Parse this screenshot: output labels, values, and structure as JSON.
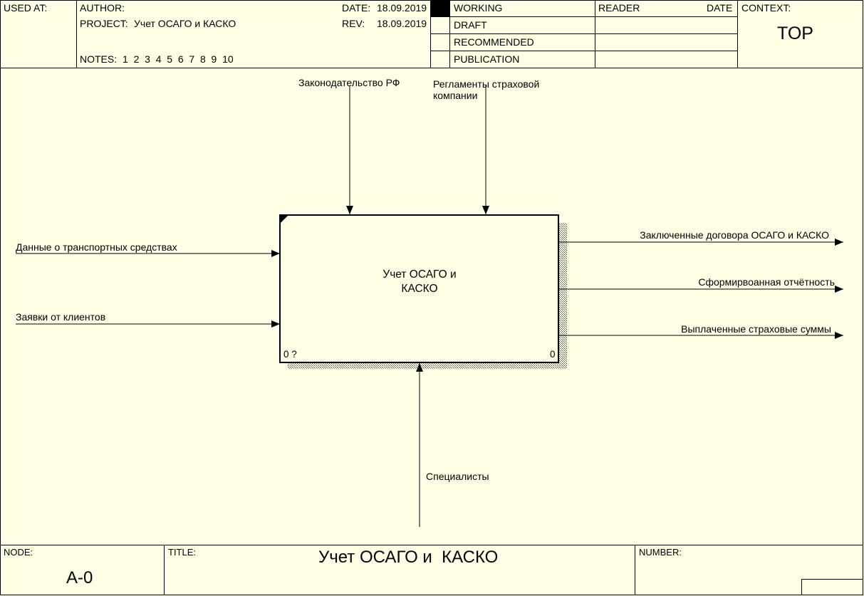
{
  "header": {
    "used_at_label": "USED AT:",
    "author_label": "AUTHOR:",
    "project_label": "PROJECT:",
    "project_value": "Учет ОСАГО и КАСКО",
    "notes_label": "NOTES:",
    "notes_numbers": "1  2  3  4  5  6  7  8  9  10",
    "date_label": "DATE:",
    "date_value": "18.09.2019",
    "rev_label": "REV:",
    "rev_value": "18.09.2019",
    "statuses": [
      "WORKING",
      "DRAFT",
      "RECOMMENDED",
      "PUBLICATION"
    ],
    "reader_label": "READER",
    "reader_date_label": "DATE",
    "context_label": "CONTEXT:",
    "context_value": "TOP"
  },
  "diagram": {
    "box_title": "Учет ОСАГО и КАСКО",
    "box_node": "0 ?",
    "box_number": "0",
    "controls": [
      "Законодательство РФ",
      "Регламенты страховой компании"
    ],
    "inputs": [
      "Данные о транспортных средствах",
      "Заявки от клиентов"
    ],
    "outputs": [
      "Заключенные договора ОСАГО и КАСКО",
      "Сформирвоанная отчётность",
      "Выплаченные страховые суммы"
    ],
    "mechanism": "Специалисты"
  },
  "footer": {
    "node_label": "NODE:",
    "node_value": "A-0",
    "title_label": "TITLE:",
    "title_value": "Учет ОСАГО и  КАСКО",
    "number_label": "NUMBER:"
  },
  "colors": {
    "background": "#ffffe6",
    "lines": "#000000"
  }
}
